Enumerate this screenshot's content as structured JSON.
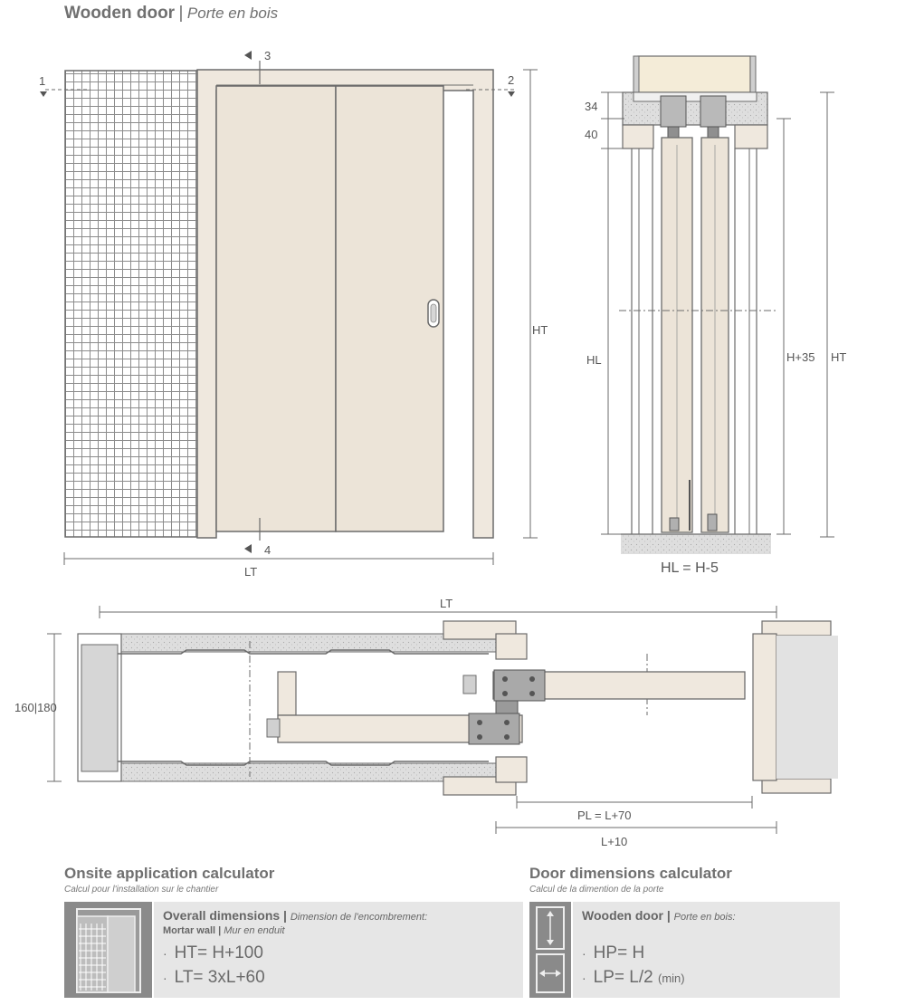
{
  "title": {
    "main": "Wooden door",
    "separator": "|",
    "alt": "Porte en bois"
  },
  "front_view": {
    "markers": [
      "1",
      "2",
      "3",
      "4"
    ],
    "dim_height": "HT",
    "dim_width": "LT"
  },
  "side_section": {
    "dims": [
      "34",
      "40"
    ],
    "dim_left": "HL",
    "dim_right_1": "H+35",
    "dim_right_2": "HT",
    "caption": "HL = H-5"
  },
  "plan_section": {
    "dim_top": "LT",
    "dim_depth": "160|180",
    "dim_pl": "PL = L+70",
    "dim_l": "L+10"
  },
  "onsite_calc": {
    "title": "Onsite application calculator",
    "subtitle": "Calcul pour l'installation sur le chantier",
    "head": "Overall dimensions |",
    "head_alt": "Dimension de l'encombrement:",
    "sub": "Mortar wall |",
    "sub_alt": "Mur en enduit",
    "formulas": [
      "HT= H+100",
      "LT= 3xL+60"
    ],
    "bullet": "·"
  },
  "door_calc": {
    "title": "Door dimensions calculator",
    "subtitle": "Calcul de la dimention de la porte",
    "head": "Wooden door |",
    "head_alt": "Porte en bois:",
    "formulas": [
      "HP= H",
      "LP= L/2"
    ],
    "formula_note": "(min)",
    "bullet": "·"
  },
  "colors": {
    "frame": "#efe8de",
    "panel": "#ece4d8",
    "stroke": "#6b6b6b",
    "mesh": "#8c8c8c",
    "concrete": "#dcdcdc",
    "box_bg": "#e6e6e6",
    "icon_bg": "#8a8a8a"
  }
}
